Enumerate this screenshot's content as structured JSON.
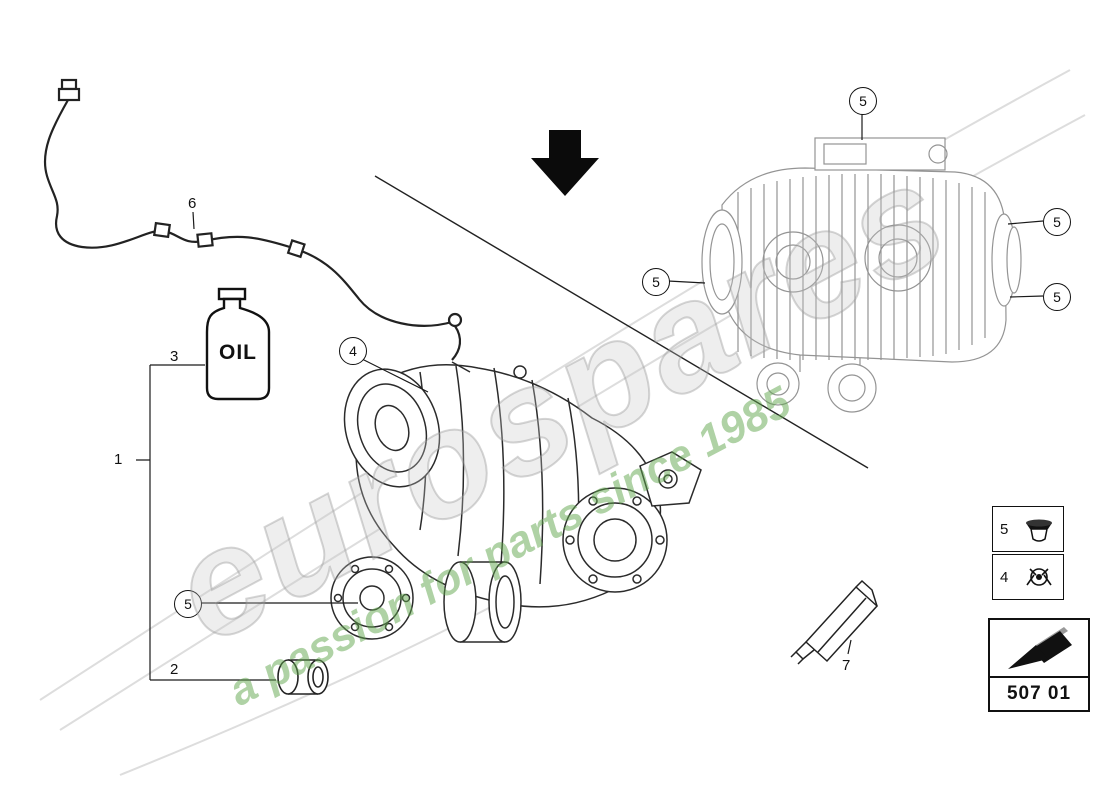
{
  "diagram": {
    "part_number": "507 01",
    "oil_label": "OIL",
    "watermark": {
      "brand": "eurospares",
      "tagline": "a passion for parts since 1985"
    },
    "callouts": {
      "n1": "1",
      "n2": "2",
      "n3": "3",
      "n4": "4",
      "n5": "5",
      "n6": "6",
      "n7": "7"
    }
  }
}
